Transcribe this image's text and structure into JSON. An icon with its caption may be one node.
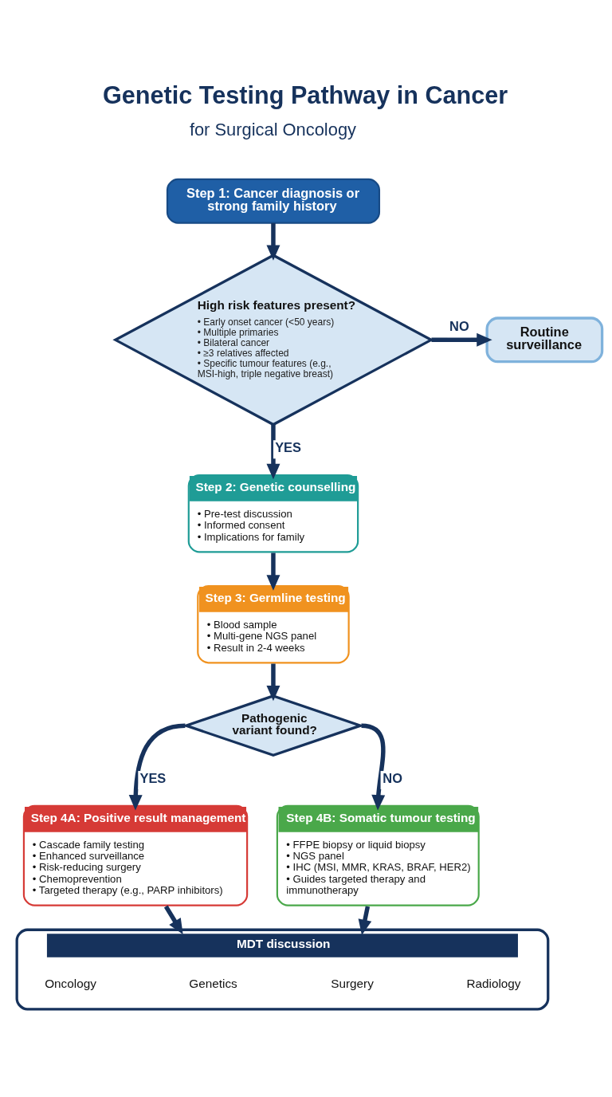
{
  "diagram": {
    "title": "Genetic Testing Pathway in Cancer",
    "nodes": [
      {
        "text": [
          "Step 1: Cancer diagnosis or strong family history"
        ]
      },
      {
        "text": [
          "High risk features present?",
          "• Early onset cancer (<50 years)",
          "• Multiple primaries",
          "• Bilateral cancer",
          "• ≥3 relatives affected",
          "• Specific tumour features (e.g., MSI-high, triple negative breast)"
        ]
      },
      {
        "text": [
          "Routine surveillance"
        ]
      },
      {
        "text": [
          "Step 2: Genetic counselling",
          "• Pre-test discussion",
          "• Informed consent",
          "• Implications for family"
        ]
      },
      {
        "text": [
          "Step 3: Germline testing",
          "• Blood sample",
          "• Multi-gene NGS panel",
          "• Result in 2-4 weeks"
        ]
      },
      {
        "text": [
          "Pathogenic variant found?"
        ]
      },
      {
        "text": [
          "Step 4A: Positive result management",
          "• Cascade family testing",
          "• Enhanced surveillance",
          "• Risk-reducing surgery",
          "• Chemoprevention",
          "• Targeted therapy (e.g., PARP inhibitors)"
        ]
      },
      {
        "text": [
          "Step 4B: Somatic tumour testing",
          "• FFPE biopsy or liquid biopsy",
          "• NGS panel",
          "• IHC (MSI, MMR, KRAS, BRAF, HER2)",
          "• Guides targeted therapy and immunotherapy"
        ]
      },
      {
        "text": [
          "MDT discussion"
        ]
      },
      {
        "text": [
          "Oncology"
        ],
        "in": 8
      },
      {
        "text": [
          "Genetics"
        ],
        "in": 8
      },
      {
        "text": [
          "Surgery"
        ],
        "in": 8
      },
      {
        "text": [
          "Radiology"
        ],
        "in": 8
      }
    ],
    "edges": [
      {
        "from": 0,
        "to": 1,
        "arrow": "to"
      },
      {
        "from": 1,
        "to": 2,
        "arrow": "to",
        "label": "NO"
      },
      {
        "from": 1,
        "to": 3,
        "arrow": "to",
        "label": "YES"
      },
      {
        "from": 3,
        "to": 4,
        "arrow": "to"
      },
      {
        "from": 4,
        "to": 5,
        "arrow": "to"
      },
      {
        "from": 5,
        "to": 6,
        "arrow": "to",
        "label": "YES"
      },
      {
        "from": 5,
        "to": 7,
        "arrow": "to",
        "label": "NO"
      },
      {
        "from": 6,
        "to": 8,
        "arrow": "to"
      },
      {
        "from": 7,
        "to": 8,
        "arrow": "to"
      }
    ],
    "labels": [
      "for Surgical Oncology"
    ]
  }
}
